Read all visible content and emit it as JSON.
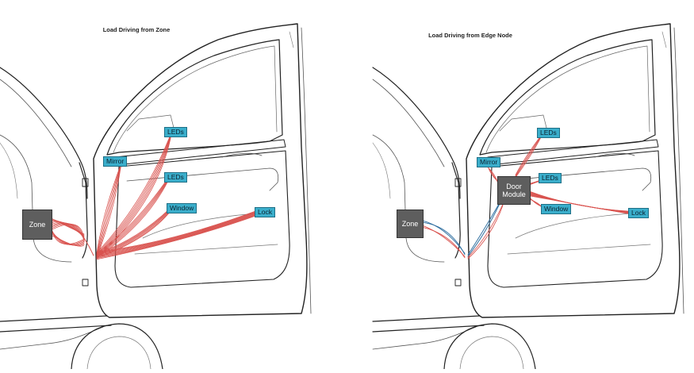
{
  "left_panel": {
    "title": "Load Driving from Zone",
    "controller": "Zone",
    "labels": {
      "leds_top": "LEDs",
      "mirror": "Mirror",
      "leds_mid": "LEDs",
      "window": "Window",
      "lock": "Lock"
    }
  },
  "right_panel": {
    "title": "Load Driving from Edge Node",
    "controller": "Zone",
    "door_module": "Door Module",
    "labels": {
      "leds_top": "LEDs",
      "mirror": "Mirror",
      "leds_mid": "LEDs",
      "window": "Window",
      "lock": "Lock"
    }
  },
  "colors": {
    "wire_load": "#d9534f",
    "wire_network": "#2b6c9e",
    "label_fill": "#3aaecb",
    "module_fill": "#5e5e5e",
    "outline": "#222222"
  }
}
